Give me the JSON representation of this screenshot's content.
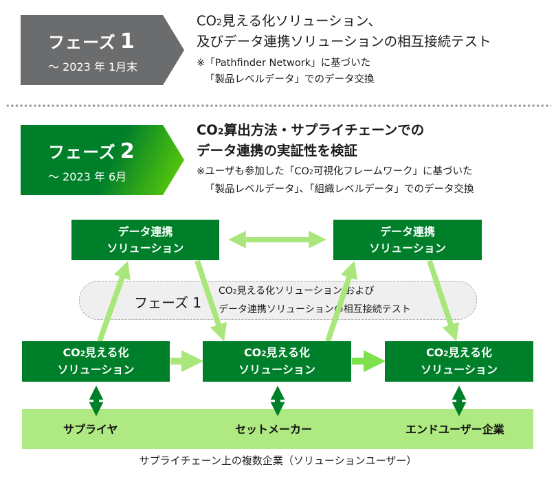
{
  "colors": {
    "dark_green": "#007f2a",
    "light_green": "#afe981",
    "arrow_green": "#a9e67c",
    "bright_green": "#7ee04a",
    "phase1_gray": "#6b6c6e",
    "pill_gray": "#efefef"
  },
  "phase1": {
    "tag_name": "フェーズ",
    "tag_number": "1",
    "tag_date": "～ 2023 年 1月末",
    "title_prefix": "CO",
    "title_sub": "2",
    "title_line1_rest": "見える化ソリューション、",
    "title_line2": "及びデータ連携ソリューションの相互接続テスト",
    "note_line1": "※「Pathfinder Network」に基づいた",
    "note_line2": "「製品レベルデータ」でのデータ交換"
  },
  "phase2": {
    "tag_name": "フェーズ",
    "tag_number": "2",
    "tag_date": "～ 2023 年 6月",
    "title_prefix": "CO",
    "title_sub": "2",
    "title_line1_rest": "算出方法・サプライチェーンでの",
    "title_line2": "データ連携の実証性を検証",
    "note_line1_a": "※ユーザも参加した「CO",
    "note_line1_sub": "2",
    "note_line1_b": "可視化フレームワーク」に基づいた",
    "note_line2": "「製品レベルデータ」、「組織レベルデータ」でのデータ交換"
  },
  "diagram": {
    "data_link_box": {
      "line1": "データ連携",
      "line2": "ソリューション"
    },
    "co2_box": {
      "prefix": "CO",
      "sub": "2",
      "line1_rest": "見える化",
      "line2": "ソリューション"
    },
    "phase1_pill": {
      "label": "フェーズ 1",
      "line1_prefix": "CO",
      "line1_sub": "2",
      "line1_rest": "見える化ソリューション および",
      "line2": "データ連携ソリューションの相互接続テスト"
    },
    "companies": [
      "サプライヤ",
      "セットメーカー",
      "エンドユーザー企業"
    ],
    "caption": "サプライチェーン上の複数企業（ソリューションユーザー）"
  }
}
